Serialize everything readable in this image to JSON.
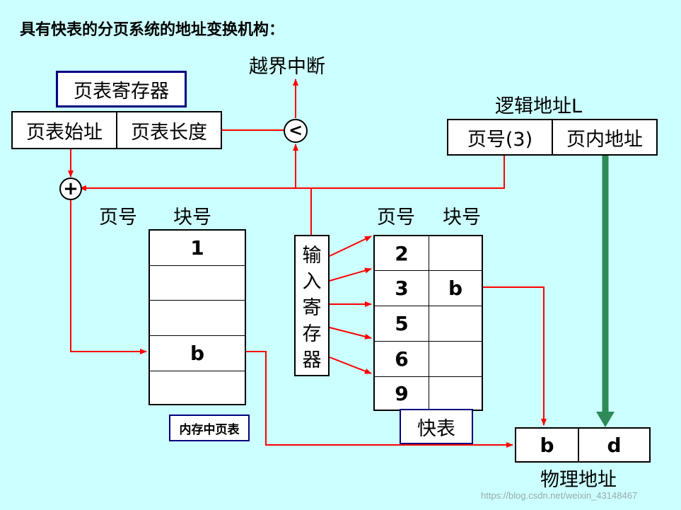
{
  "title": "具有快表的分页系统的地址变换机构：",
  "interrupt_label": "越界中断",
  "page_table_register": {
    "title": "页表寄存器",
    "start_label": "页表始址",
    "length_label": "页表长度"
  },
  "compare_symbol": "<",
  "add_symbol": "+",
  "logical_address": {
    "title": "逻辑地址L",
    "page_label": "页号(3)",
    "offset_label": "页内地址"
  },
  "memory_table": {
    "header_page": "页号",
    "header_block": "块号",
    "rows": [
      "1",
      "",
      "",
      "b",
      ""
    ],
    "caption": "内存中页表"
  },
  "input_register": {
    "label": [
      "输",
      "入",
      "寄",
      "存",
      "器"
    ]
  },
  "fast_table": {
    "header_page": "页号",
    "header_block": "块号",
    "rows": [
      {
        "page": "2",
        "block": ""
      },
      {
        "page": "3",
        "block": "b"
      },
      {
        "page": "5",
        "block": ""
      },
      {
        "page": "6",
        "block": ""
      },
      {
        "page": "9",
        "block": ""
      }
    ],
    "caption": "快表"
  },
  "physical_address": {
    "title": "物理地址",
    "block": "b",
    "offset": "d"
  },
  "watermark": "https://blog.csdn.net/weixin_43148467",
  "colors": {
    "background": "#ccffff",
    "arrow": "#ff0000",
    "green_arrow": "#2e8b57",
    "box_border_navy": "#000080"
  }
}
